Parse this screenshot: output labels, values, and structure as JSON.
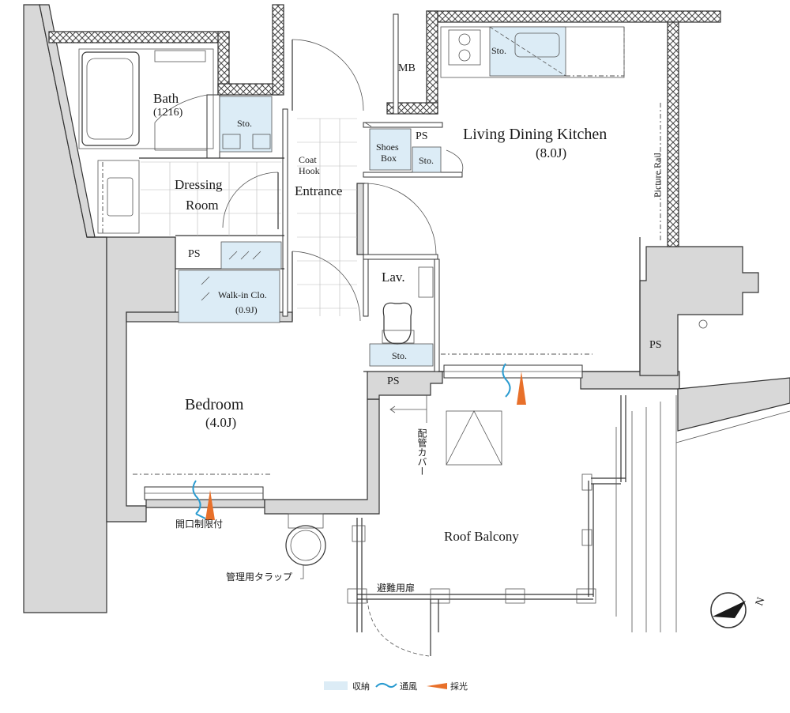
{
  "rooms": {
    "bath": {
      "name": "Bath",
      "size": "(1216)"
    },
    "dressing": {
      "line1": "Dressing",
      "line2": "Room"
    },
    "entrance": "Entrance",
    "coat_hook": {
      "line1": "Coat",
      "line2": "Hook"
    },
    "mb": "MB",
    "shoes_box": {
      "line1": "Shoes",
      "line2": "Box"
    },
    "ps": "PS",
    "sto": "Sto.",
    "ldk": {
      "name": "Living Dining Kitchen",
      "size": "(8.0J)"
    },
    "picture_rail": "Picture Rail",
    "lav": "Lav.",
    "walkin": {
      "name": "Walk-in Clo.",
      "size": "(0.9J)"
    },
    "bedroom": {
      "name": "Bedroom",
      "size": "(4.0J)"
    },
    "roof_balcony": "Roof Balcony"
  },
  "annotations": {
    "pipe_cover": "配管カバー",
    "opening_limit": "開口制限付",
    "maintenance_hatch": "管理用タラップ",
    "evacuation_door": "避難用扉"
  },
  "compass": {
    "letter": "N"
  },
  "legend": {
    "storage": "収納",
    "ventilation": "通風",
    "daylight": "採光"
  },
  "colors": {
    "storage_fill": "#dcecf6",
    "ventilation": "#2a9bd0",
    "daylight": "#e8702a",
    "wall": "#d8d8d8"
  }
}
